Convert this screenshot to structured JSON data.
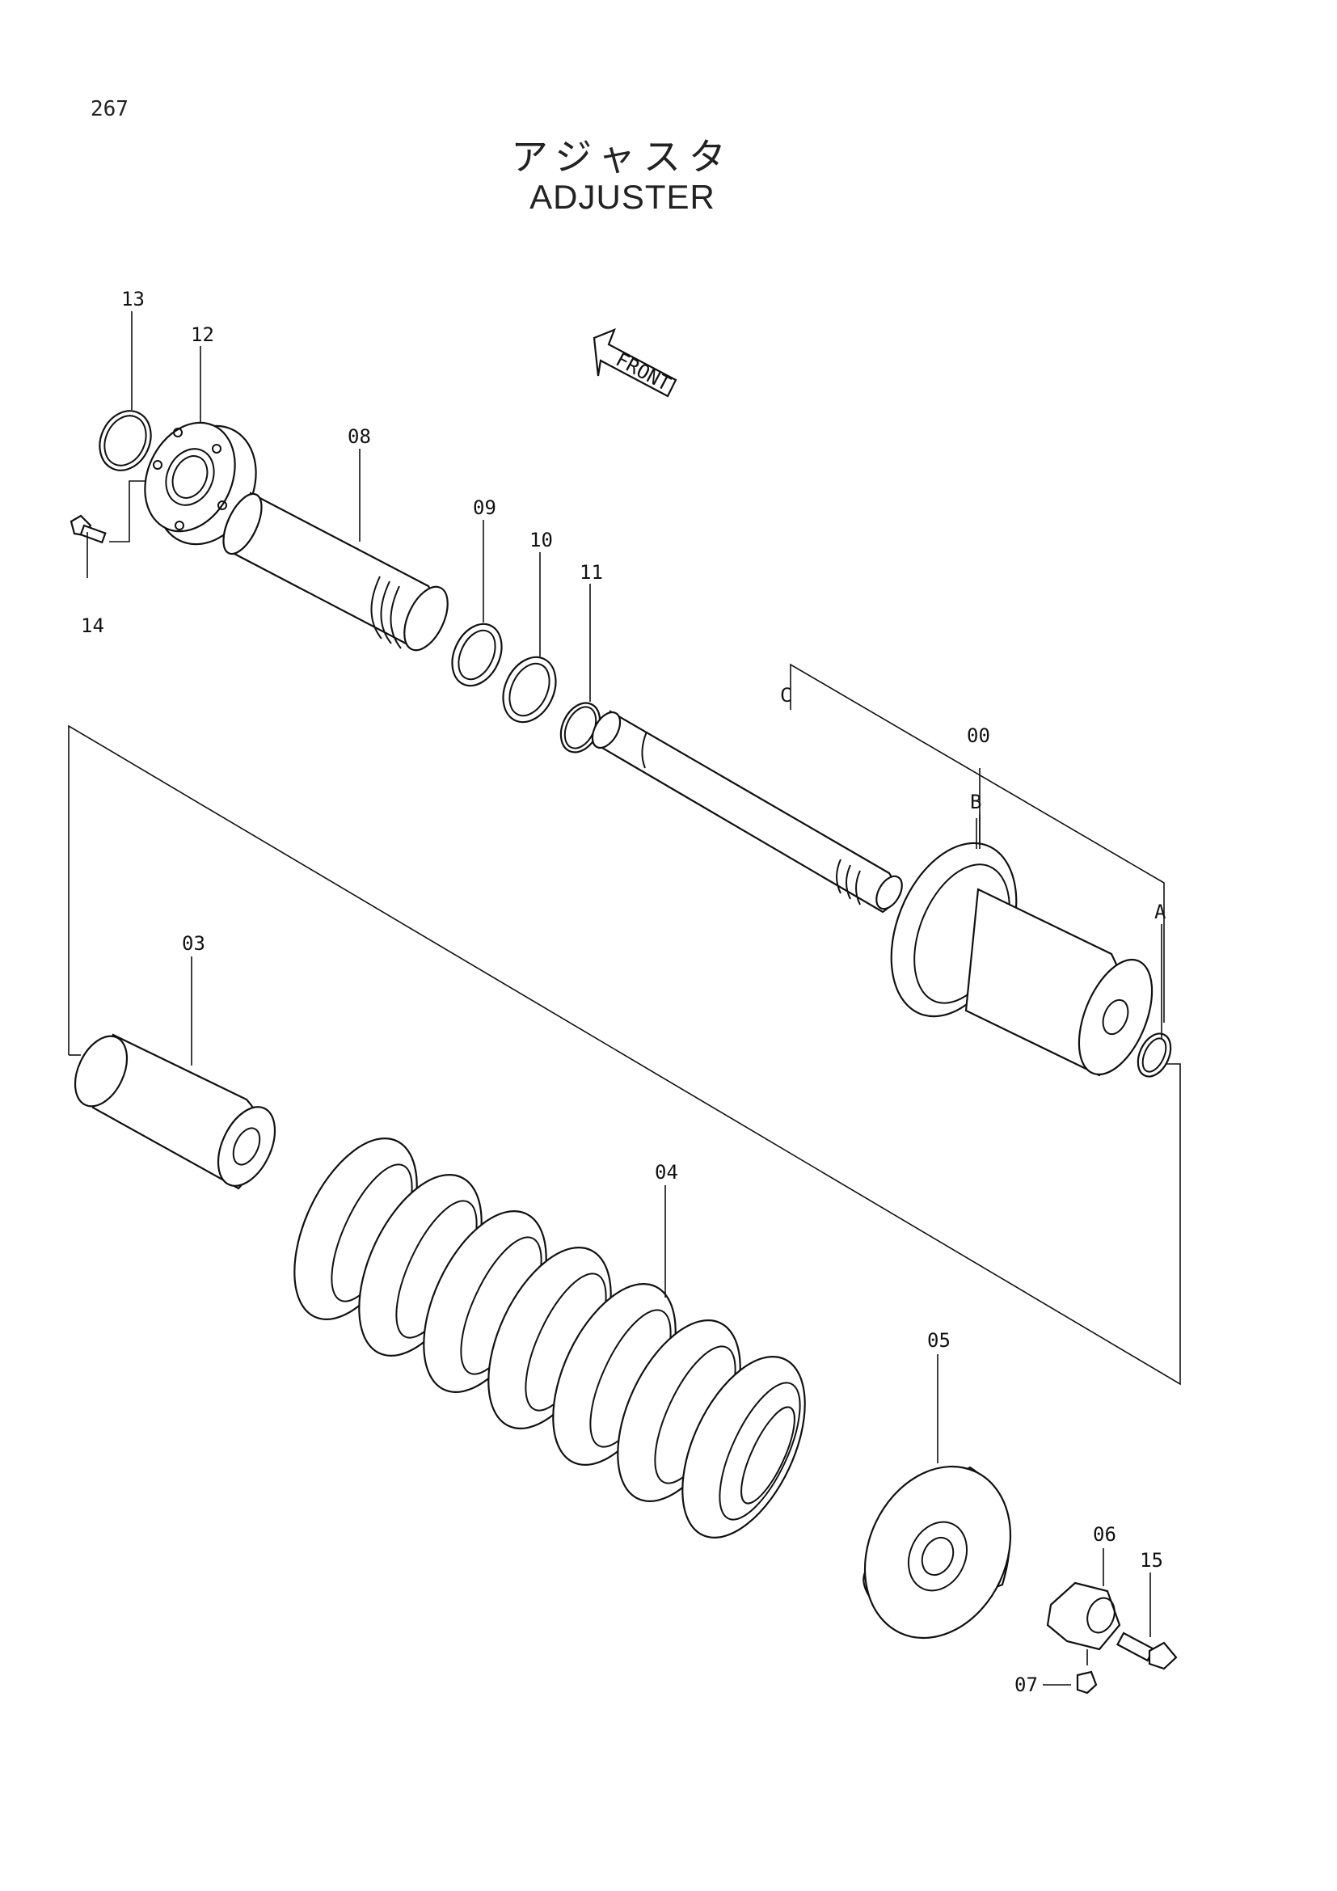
{
  "page_number": "267",
  "title_jp": "アジャスタ",
  "title_en": "ADJUSTER",
  "front_label": "FRONT",
  "callouts": {
    "p00": "00",
    "p03": "03",
    "p04": "04",
    "p05": "05",
    "p06": "06",
    "p07": "07",
    "p08": "08",
    "p09": "09",
    "p10": "10",
    "p11": "11",
    "p12": "12",
    "p13": "13",
    "p14": "14",
    "p15": "15",
    "refA": "A",
    "refB": "B",
    "refC": "C"
  }
}
